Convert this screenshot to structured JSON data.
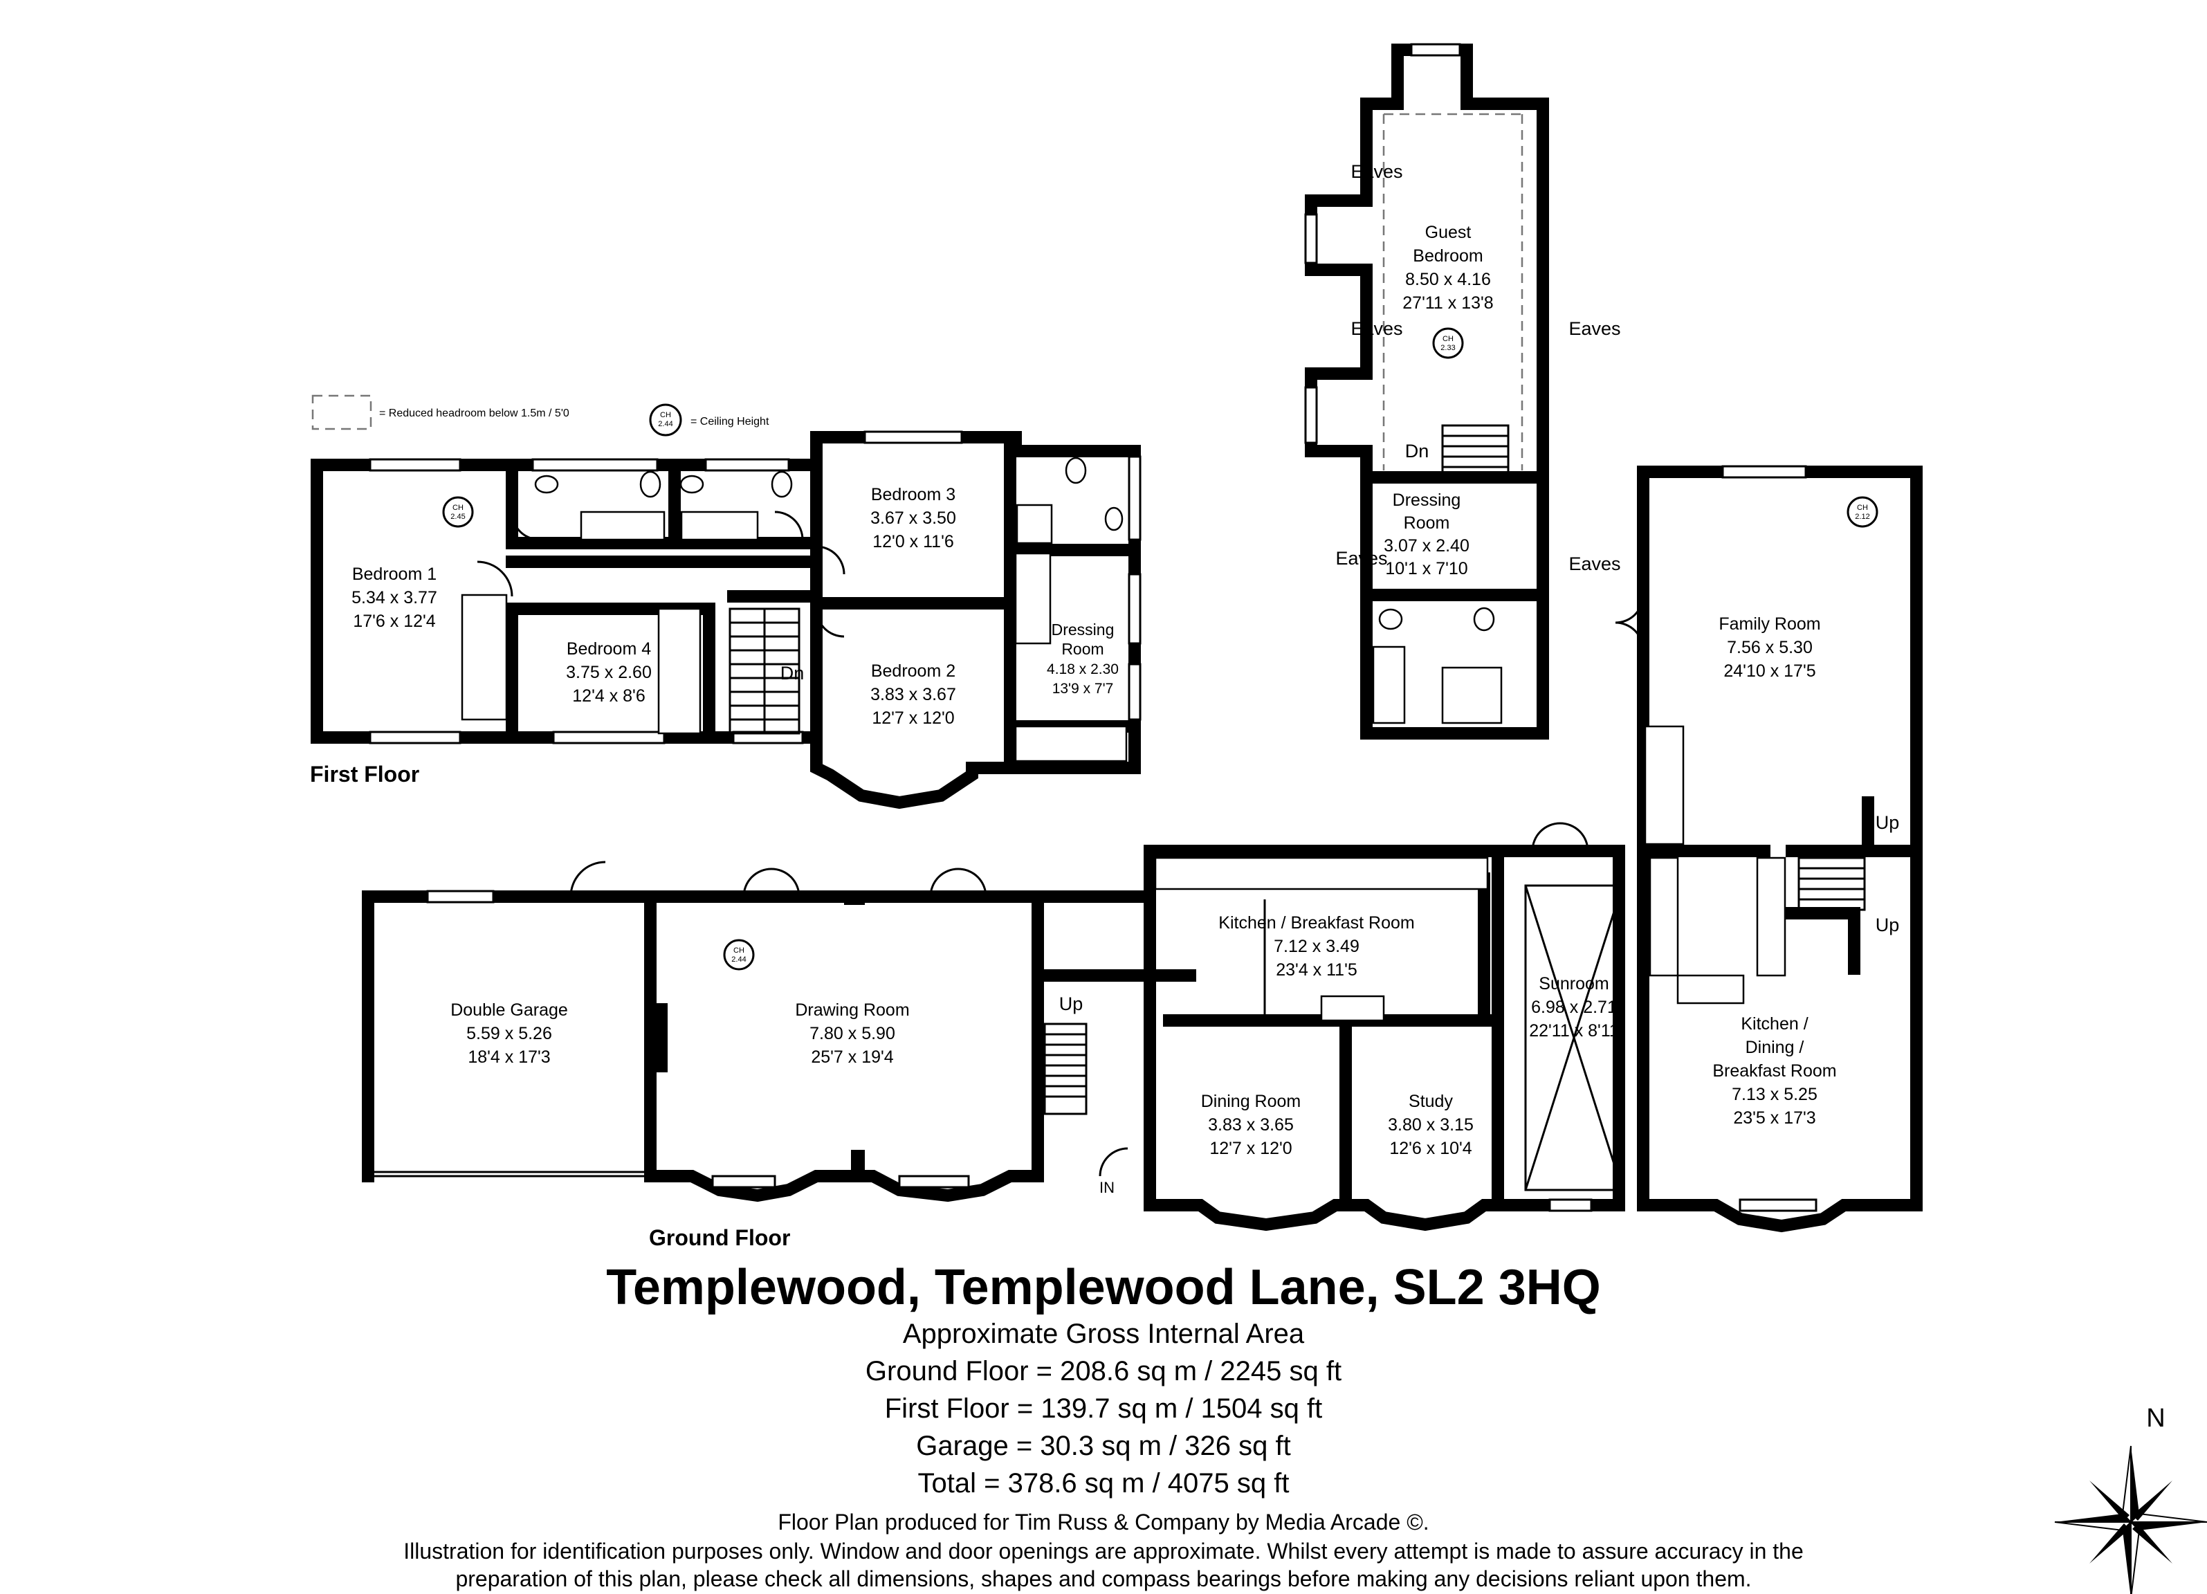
{
  "title": "Templewood, Templewood Lane, SL2 3HQ",
  "area": {
    "heading": "Approximate Gross Internal Area",
    "ground": "Ground Floor = 208.6 sq m / 2245 sq ft",
    "first": "First Floor = 139.7 sq m / 1504 sq ft",
    "garage": "Garage = 30.3 sq m / 326 sq ft",
    "total": "Total = 378.6 sq m / 4075 sq ft"
  },
  "credit": "Floor Plan produced for Tim Russ & Company by Media Arcade ©.",
  "disclaimer": {
    "line1": "Illustration for identification purposes only. Window and door openings are approximate. Whilst every attempt is made to assure accuracy in the",
    "line2": "preparation of this plan, please check all dimensions, shapes and compass bearings before making any decisions reliant upon them."
  },
  "legend": {
    "reduced": "= Reduced headroom below 1.5m / 5'0",
    "ceiling": "= Ceiling Height",
    "ch_prefix": "CH",
    "ch_value": "2.44"
  },
  "floors": {
    "first": "First Floor",
    "ground": "Ground Floor"
  },
  "compass": "N",
  "labels": {
    "eaves": "Eaves",
    "up": "Up",
    "dn": "Dn",
    "in": "IN",
    "ch": "CH"
  },
  "ceiling_heights": {
    "bedroom1": "2.45",
    "guest": "2.33",
    "family": "2.12",
    "drawing": "2.44"
  },
  "rooms": {
    "bedroom1": {
      "name": "Bedroom 1",
      "metric": "5.34 x 3.77",
      "imperial": "17'6 x 12'4"
    },
    "bedroom2": {
      "name": "Bedroom 2",
      "metric": "3.83 x 3.67",
      "imperial": "12'7 x 12'0"
    },
    "bedroom3": {
      "name": "Bedroom 3",
      "metric": "3.67 x 3.50",
      "imperial": "12'0 x 11'6"
    },
    "bedroom4": {
      "name": "Bedroom 4",
      "metric": "3.75 x 2.60",
      "imperial": "12'4 x 8'6"
    },
    "dressing1": {
      "name1": "Dressing",
      "name2": "Room",
      "metric": "4.18 x 2.30",
      "imperial": "13'9 x 7'7"
    },
    "guest": {
      "name1": "Guest",
      "name2": "Bedroom",
      "metric": "8.50 x 4.16",
      "imperial": "27'11 x 13'8"
    },
    "dressing2": {
      "name1": "Dressing",
      "name2": "Room",
      "metric": "3.07 x 2.40",
      "imperial": "10'1 x 7'10"
    },
    "family": {
      "name": "Family Room",
      "metric": "7.56 x 5.30",
      "imperial": "24'10 x 17'5"
    },
    "garage": {
      "name": "Double Garage",
      "metric": "5.59 x 5.26",
      "imperial": "18'4 x 17'3"
    },
    "drawing": {
      "name": "Drawing Room",
      "metric": "7.80 x 5.90",
      "imperial": "25'7 x 19'4"
    },
    "kitchen": {
      "name": "Kitchen / Breakfast Room",
      "metric": "7.12 x 3.49",
      "imperial": "23'4 x 11'5"
    },
    "sunroom": {
      "name": "Sunroom",
      "metric": "6.98 x 2.71",
      "imperial": "22'11 x 8'11"
    },
    "dining": {
      "name": "Dining Room",
      "metric": "3.83 x 3.65",
      "imperial": "12'7 x 12'0"
    },
    "study": {
      "name": "Study",
      "metric": "3.80 x 3.15",
      "imperial": "12'6 x 10'4"
    },
    "kdb": {
      "name1": "Kitchen /",
      "name2": "Dining /",
      "name3": "Breakfast Room",
      "metric": "7.13 x 5.25",
      "imperial": "23'5 x 17'3"
    }
  }
}
